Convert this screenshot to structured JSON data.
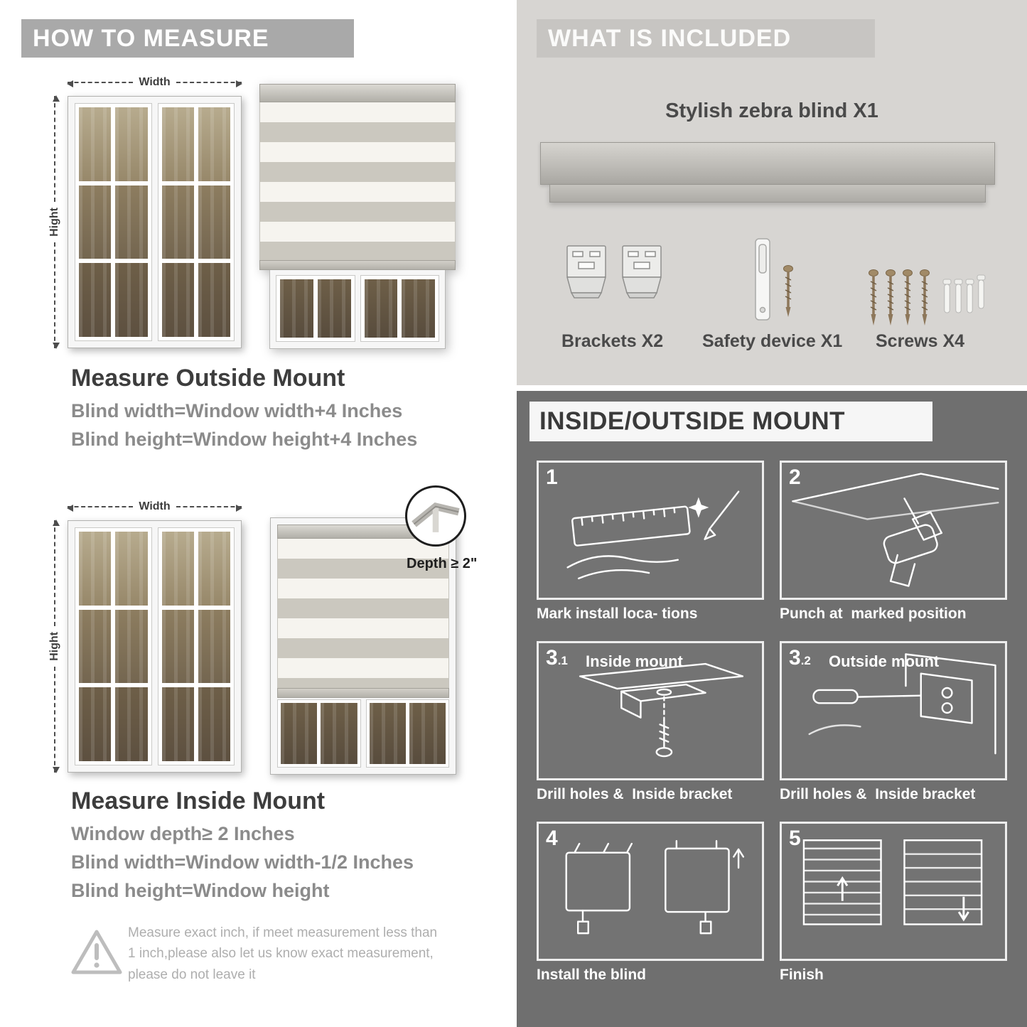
{
  "left": {
    "header": "HOW TO MEASURE",
    "outside": {
      "width_label": "Width",
      "height_label": "Hight",
      "title": "Measure Outside Mount",
      "lines": [
        "Blind width=Window width+4 Inches",
        "Blind height=Window height+4 Inches"
      ]
    },
    "inside": {
      "width_label": "Width",
      "height_label": "Hight",
      "depth_label": "Depth ≥ 2\"",
      "title": "Measure Inside Mount",
      "lines": [
        "Window depth≥ 2 Inches",
        "Blind width=Window width-1/2 Inches",
        "Blind height=Window height"
      ]
    },
    "warning": "Measure exact inch, if meet measurement less than 1 inch,please also let us know exact measurement, please do not leave it"
  },
  "included": {
    "header": "WHAT IS INCLUDED",
    "blind_label": "Stylish zebra blind X1",
    "items": [
      {
        "icon": "brackets-icon",
        "label": "Brackets X2"
      },
      {
        "icon": "safety-device-icon",
        "label": "Safety device X1"
      },
      {
        "icon": "screws-icon",
        "label": "Screws X4"
      }
    ]
  },
  "mount": {
    "header": "INSIDE/OUTSIDE MOUNT",
    "steps": [
      {
        "num": "1",
        "caption": "Mark install loca- tions"
      },
      {
        "num": "2",
        "caption": "Punch at  marked position"
      },
      {
        "num": "3",
        "sub": ".1",
        "title": "Inside mount",
        "caption": "Drill holes &  Inside bracket"
      },
      {
        "num": "3",
        "sub": ".2",
        "title": "Outside mount",
        "caption": "Drill holes &  Inside bracket"
      },
      {
        "num": "4",
        "caption": "Install the blind"
      },
      {
        "num": "5",
        "caption": "Finish"
      }
    ]
  },
  "colors": {
    "banner_gray": "#a9a9a9",
    "panel_light": "#d7d5d2",
    "panel_dark": "#6f6f6f",
    "heading_dark": "#3d3d3d",
    "body_gray": "#8b8b8b"
  }
}
